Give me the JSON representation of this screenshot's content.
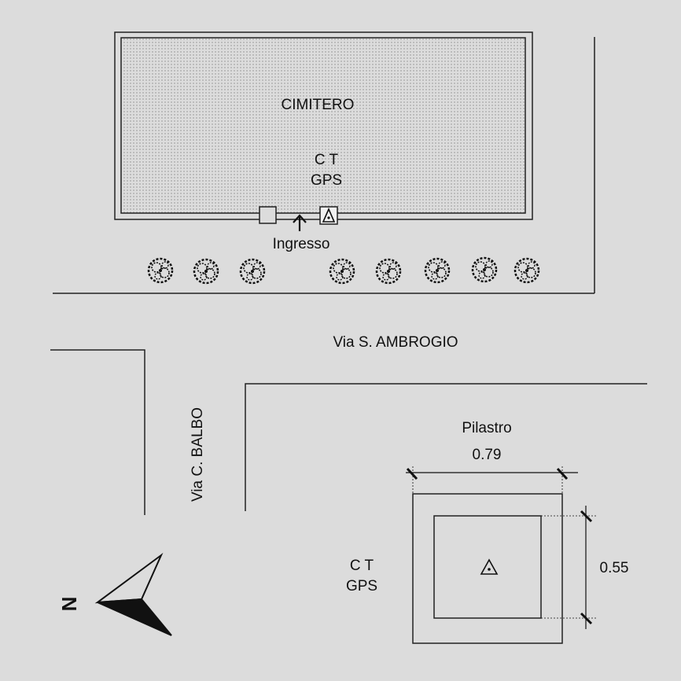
{
  "site_plan": {
    "building_label": "CIMITERO",
    "station_code": "C T",
    "station_type": "GPS",
    "entrance_label": "Ingresso",
    "street_main": "Via  S. AMBROGIO",
    "street_side": "Via C. BALBO",
    "north_letter": "N"
  },
  "detail": {
    "title": "Pilastro",
    "width_value": "0.79",
    "height_value": "0.55",
    "station_code": "C T",
    "station_type": "GPS"
  },
  "colors": {
    "background": "#dcdcdc",
    "ink": "#111111",
    "line": "#222222"
  },
  "icons": {
    "tree": "tree-icon",
    "benchmark": "benchmark-triangle-icon",
    "north_arrow": "north-arrow-icon",
    "entrance_arrow": "up-arrow-icon"
  }
}
